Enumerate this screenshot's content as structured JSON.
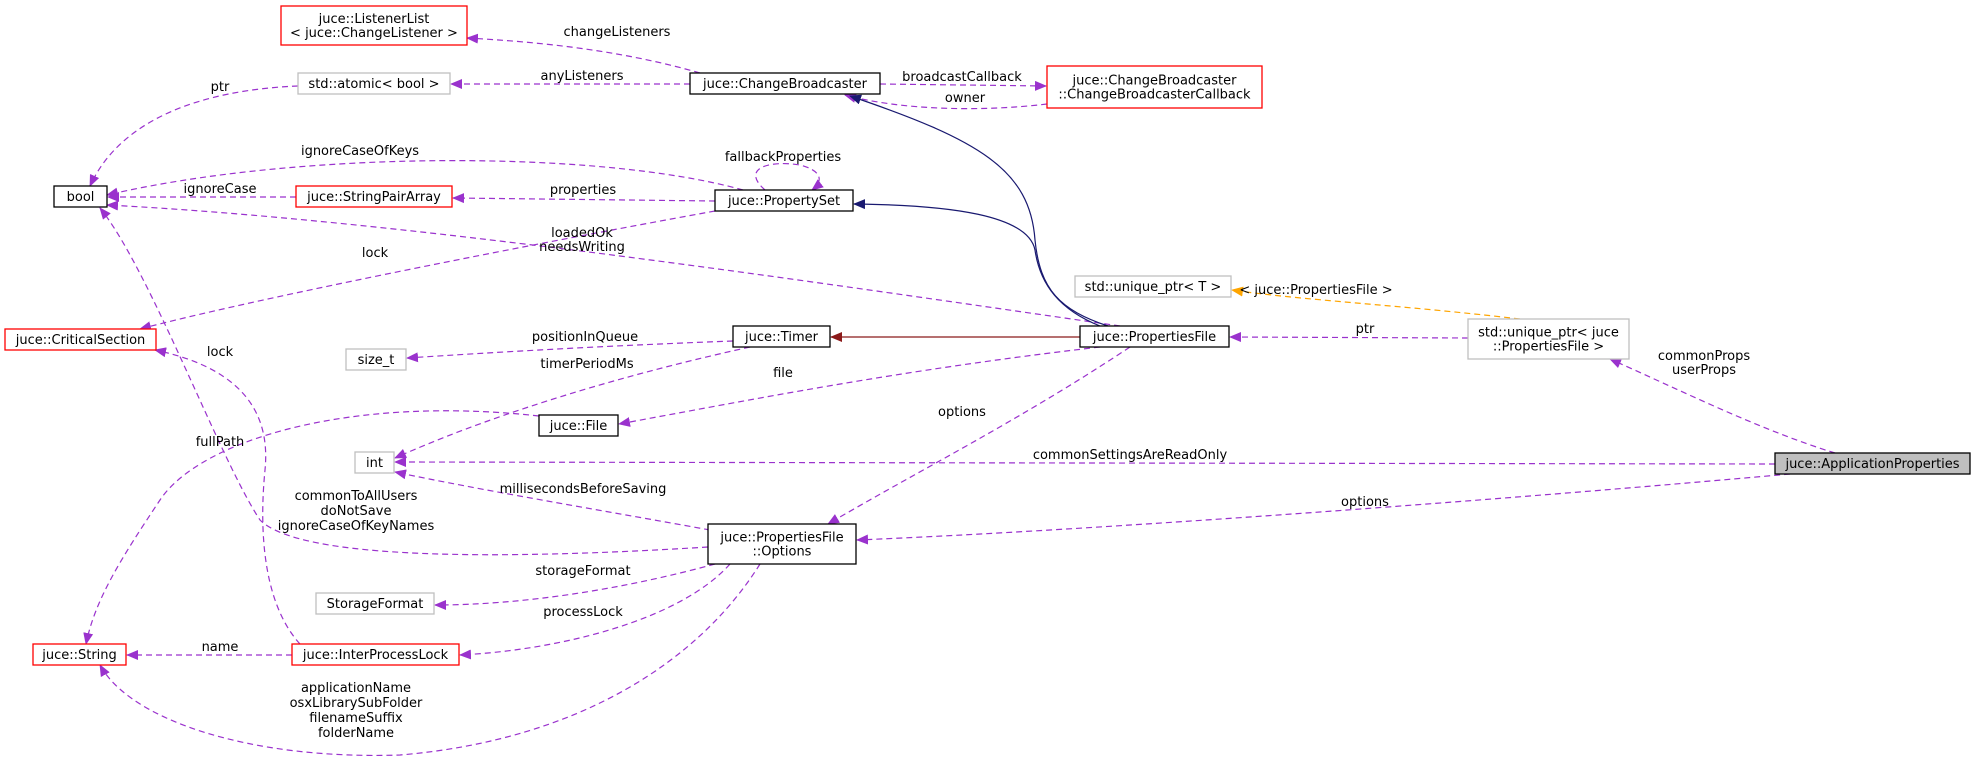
{
  "nodes": [
    {
      "id": "listenerlist",
      "lines": [
        "juce::ListenerList",
        "< juce::ChangeListener >"
      ],
      "border": "red"
    },
    {
      "id": "atomic",
      "lines": [
        "std::atomic< bool >"
      ],
      "border": "gray"
    },
    {
      "id": "changebroadcaster",
      "lines": [
        "juce::ChangeBroadcaster"
      ],
      "border": "black"
    },
    {
      "id": "cbcallback",
      "lines": [
        "juce::ChangeBroadcaster",
        "::ChangeBroadcasterCallback"
      ],
      "border": "red"
    },
    {
      "id": "bool",
      "lines": [
        "bool"
      ],
      "border": "black"
    },
    {
      "id": "stringpairarray",
      "lines": [
        "juce::StringPairArray"
      ],
      "border": "red"
    },
    {
      "id": "propertyset",
      "lines": [
        "juce::PropertySet"
      ],
      "border": "black"
    },
    {
      "id": "uniqueptr_t",
      "lines": [
        "std::unique_ptr< T >"
      ],
      "border": "gray"
    },
    {
      "id": "criticalsection",
      "lines": [
        "juce::CriticalSection"
      ],
      "border": "red"
    },
    {
      "id": "timer",
      "lines": [
        "juce::Timer"
      ],
      "border": "black"
    },
    {
      "id": "propertiesfile",
      "lines": [
        "juce::PropertiesFile"
      ],
      "border": "black"
    },
    {
      "id": "uniqueptr_pf",
      "lines": [
        "std::unique_ptr< juce",
        "::PropertiesFile >"
      ],
      "border": "gray"
    },
    {
      "id": "size_t",
      "lines": [
        "size_t"
      ],
      "border": "gray"
    },
    {
      "id": "file",
      "lines": [
        "juce::File"
      ],
      "border": "black"
    },
    {
      "id": "int",
      "lines": [
        "int"
      ],
      "border": "gray"
    },
    {
      "id": "appprops",
      "lines": [
        "juce::ApplicationProperties"
      ],
      "border": "focus"
    },
    {
      "id": "options",
      "lines": [
        "juce::PropertiesFile",
        "::Options"
      ],
      "border": "black"
    },
    {
      "id": "storageformat",
      "lines": [
        "StorageFormat"
      ],
      "border": "gray"
    },
    {
      "id": "string",
      "lines": [
        "juce::String"
      ],
      "border": "red"
    },
    {
      "id": "interprocesslock",
      "lines": [
        "juce::InterProcessLock"
      ],
      "border": "red"
    }
  ],
  "edges": [
    {
      "id": "cb-listenerlist",
      "from": "changebroadcaster",
      "to": "listenerlist",
      "kind": "usage",
      "label": [
        "changeListeners"
      ]
    },
    {
      "id": "cb-atomic",
      "from": "changebroadcaster",
      "to": "atomic",
      "kind": "usage",
      "label": [
        "anyListeners"
      ]
    },
    {
      "id": "atomic-bool",
      "from": "atomic",
      "to": "bool",
      "kind": "usage",
      "label": [
        "ptr"
      ]
    },
    {
      "id": "cb-cbcallback",
      "from": "changebroadcaster",
      "to": "cbcallback",
      "kind": "usage",
      "label": [
        "broadcastCallback"
      ]
    },
    {
      "id": "cbcallback-cb",
      "from": "cbcallback",
      "to": "changebroadcaster",
      "kind": "usage",
      "label": [
        "owner"
      ]
    },
    {
      "id": "ps-bool",
      "from": "propertyset",
      "to": "bool",
      "kind": "usage",
      "label": [
        "ignoreCaseOfKeys"
      ]
    },
    {
      "id": "ps-self",
      "from": "propertyset",
      "to": "propertyset",
      "kind": "usage",
      "label": [
        "fallbackProperties"
      ]
    },
    {
      "id": "spa-bool",
      "from": "stringpairarray",
      "to": "bool",
      "kind": "usage",
      "label": [
        "ignoreCase"
      ]
    },
    {
      "id": "ps-spa",
      "from": "propertyset",
      "to": "stringpairarray",
      "kind": "usage",
      "label": [
        "properties"
      ]
    },
    {
      "id": "pf-bool",
      "from": "propertiesfile",
      "to": "bool",
      "kind": "usage",
      "label": [
        "loadedOk",
        "needsWriting"
      ]
    },
    {
      "id": "ps-cs",
      "from": "propertyset",
      "to": "criticalsection",
      "kind": "usage",
      "label": [
        "lock"
      ]
    },
    {
      "id": "pf-cb",
      "from": "propertiesfile",
      "to": "changebroadcaster",
      "kind": "inherit-public",
      "label": []
    },
    {
      "id": "pf-ps",
      "from": "propertiesfile",
      "to": "propertyset",
      "kind": "inherit-public",
      "label": []
    },
    {
      "id": "pf-timer",
      "from": "propertiesfile",
      "to": "timer",
      "kind": "inherit-protected",
      "label": []
    },
    {
      "id": "uppf-upt",
      "from": "uniqueptr_pf",
      "to": "uniqueptr_t",
      "kind": "template",
      "label": [
        "< juce::PropertiesFile >"
      ]
    },
    {
      "id": "uppf-pf",
      "from": "uniqueptr_pf",
      "to": "propertiesfile",
      "kind": "usage",
      "label": [
        "ptr"
      ]
    },
    {
      "id": "timer-size",
      "from": "timer",
      "to": "size_t",
      "kind": "usage",
      "label": [
        "positionInQueue"
      ]
    },
    {
      "id": "timer-int",
      "from": "timer",
      "to": "int",
      "kind": "usage",
      "label": [
        "timerPeriodMs"
      ]
    },
    {
      "id": "pf-file",
      "from": "propertiesfile",
      "to": "file",
      "kind": "usage",
      "label": [
        "file"
      ]
    },
    {
      "id": "file-string",
      "from": "file",
      "to": "string",
      "kind": "usage",
      "label": [
        "fullPath"
      ]
    },
    {
      "id": "ipl-cs",
      "from": "interprocesslock",
      "to": "criticalsection",
      "kind": "usage",
      "label": [
        "lock"
      ]
    },
    {
      "id": "pf-options",
      "from": "propertiesfile",
      "to": "options",
      "kind": "usage",
      "label": [
        "options"
      ]
    },
    {
      "id": "ap-uppf",
      "from": "appprops",
      "to": "uniqueptr_pf",
      "kind": "usage",
      "label": [
        "commonProps",
        "userProps"
      ]
    },
    {
      "id": "ap-int",
      "from": "appprops",
      "to": "int",
      "kind": "usage",
      "label": [
        "commonSettingsAreReadOnly"
      ]
    },
    {
      "id": "ap-options",
      "from": "appprops",
      "to": "options",
      "kind": "usage",
      "label": [
        "options"
      ]
    },
    {
      "id": "opt-int",
      "from": "options",
      "to": "int",
      "kind": "usage",
      "label": [
        "millisecondsBeforeSaving"
      ]
    },
    {
      "id": "opt-bool",
      "from": "options",
      "to": "bool",
      "kind": "usage",
      "label": [
        "commonToAllUsers",
        "doNotSave",
        "ignoreCaseOfKeyNames"
      ]
    },
    {
      "id": "opt-storage",
      "from": "options",
      "to": "storageformat",
      "kind": "usage",
      "label": [
        "storageFormat"
      ]
    },
    {
      "id": "opt-ipl",
      "from": "options",
      "to": "interprocesslock",
      "kind": "usage",
      "label": [
        "processLock"
      ]
    },
    {
      "id": "ipl-string",
      "from": "interprocesslock",
      "to": "string",
      "kind": "usage",
      "label": [
        "name"
      ]
    },
    {
      "id": "opt-string",
      "from": "options",
      "to": "string",
      "kind": "usage",
      "label": [
        "applicationName",
        "osxLibrarySubFolder",
        "filenameSuffix",
        "folderName"
      ]
    }
  ],
  "colors": {
    "usage": "#9a32cd",
    "inherit_public": "#191970",
    "inherit_protected": "#8b1a1a",
    "template": "#ffa500",
    "node_red": "#ff0000",
    "node_gray": "#bfbfbf",
    "node_focus_fill": "#bfbfbf"
  }
}
